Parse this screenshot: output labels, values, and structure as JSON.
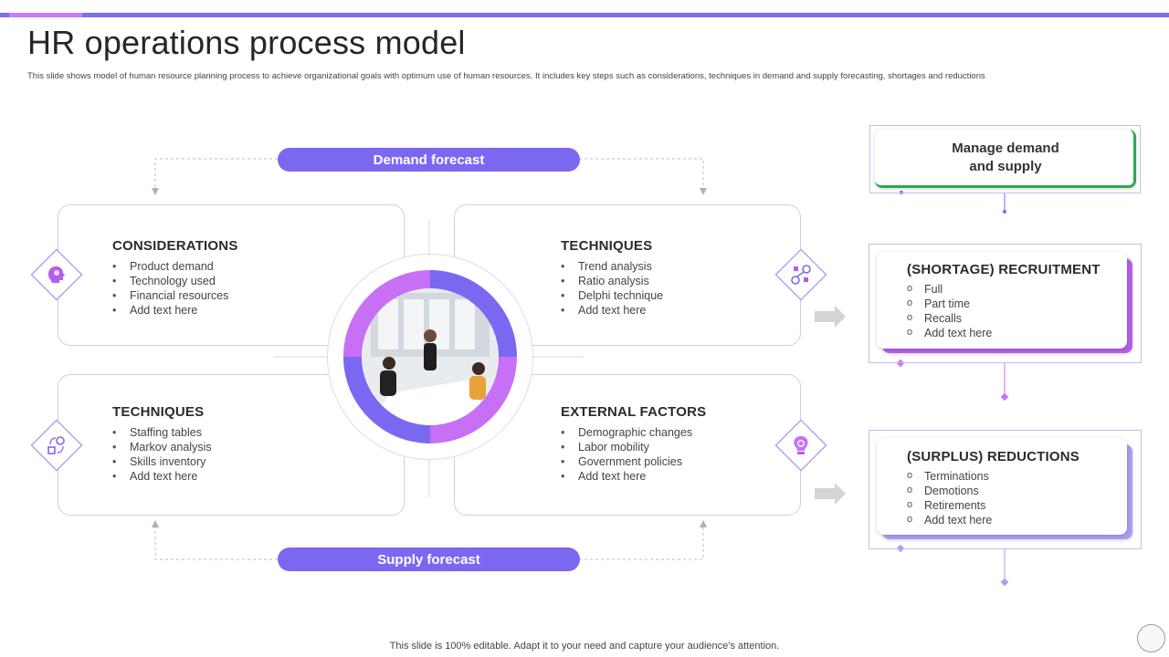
{
  "header": {
    "title": "HR operations process model",
    "subtitle": "This slide shows model of human resource planning process to achieve organizational goals with optimum use of human resources. It includes key steps such as considerations, techniques in demand and supply forecasting, shortages and reductions"
  },
  "pills": {
    "demand": "Demand forecast",
    "supply": "Supply  forecast"
  },
  "cards": {
    "considerations": {
      "heading": "CONSIDERATIONS",
      "items": [
        "Product demand",
        "Technology  used",
        "Financial resources",
        "Add text here"
      ]
    },
    "techniques_demand": {
      "heading": "TECHNIQUES",
      "items": [
        "Trend  analysis",
        "Ratio analysis",
        "Delphi technique",
        "Add text here"
      ]
    },
    "techniques_supply": {
      "heading": "TECHNIQUES",
      "items": [
        "Staffing tables",
        "Markov analysis",
        "Skills inventory",
        "Add text here"
      ]
    },
    "external_factors": {
      "heading": "EXTERNAL FACTORS",
      "items": [
        "Demographic  changes",
        "Labor mobility",
        "Government  policies",
        "Add text here"
      ]
    }
  },
  "right_panel": {
    "manage": {
      "line1": "Manage demand",
      "line2": "and supply",
      "accent": "#2ea84f"
    },
    "shortage": {
      "heading": "(SHORTAGE) RECRUITMENT",
      "items": [
        "Full",
        "Part time",
        "Recalls",
        "Add text here"
      ],
      "accent": "#b35fe8"
    },
    "surplus": {
      "heading": "(SURPLUS) REDUCTIONS",
      "items": [
        "Terminations",
        "Demotions",
        "Retirements",
        "Add text here"
      ],
      "accent": "#a99cf0"
    }
  },
  "icons": {
    "considerations": "head-idea-icon",
    "techniques_demand": "process-flow-icon",
    "techniques_supply": "cycle-process-icon",
    "external_factors": "lightbulb-gear-icon"
  },
  "colors": {
    "primary": "#7b68f0",
    "secondary": "#c770f5",
    "card_border": "#d9c7f3"
  },
  "footer": {
    "note": "This slide is 100% editable. Adapt it to your need and capture your audience’s attention."
  }
}
